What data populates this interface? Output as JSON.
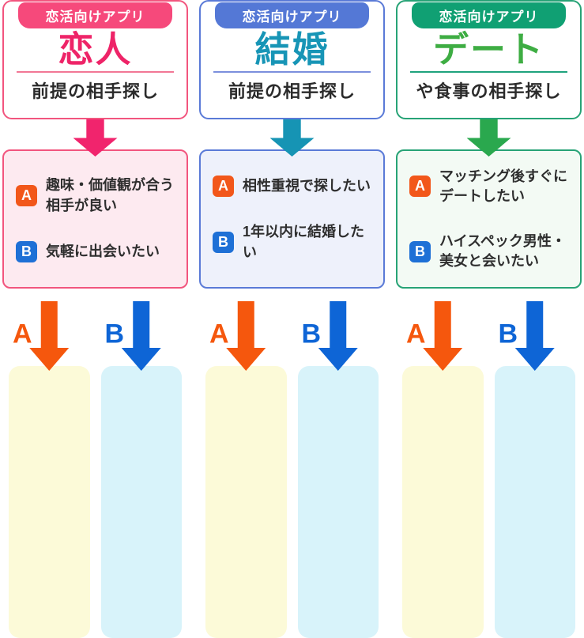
{
  "page": {
    "background": "#ffffff",
    "text_color": "#2e2e2e"
  },
  "columns": [
    {
      "badge": "恋活向けアプリ",
      "title": "恋人",
      "subtitle": "前提の相手探し",
      "colors": {
        "accent": "#f6497b",
        "border": "#f2557e",
        "title": "#ee2468",
        "line": "#f27795",
        "arrow": "#f1246d",
        "box_bg": "#fdeaf0"
      },
      "options": [
        {
          "key": "A",
          "text": "趣味・価値観が合う相手が良い"
        },
        {
          "key": "B",
          "text": "気軽に出会いたい"
        }
      ]
    },
    {
      "badge": "恋活向けアプリ",
      "title": "結婚",
      "subtitle": "前提の相手探し",
      "colors": {
        "accent": "#5478d6",
        "border": "#5a7ad7",
        "title": "#1795b6",
        "line": "#7b8fdd",
        "arrow": "#1694b4",
        "box_bg": "#eef1fb"
      },
      "options": [
        {
          "key": "A",
          "text": "相性重視で探したい"
        },
        {
          "key": "B",
          "text": "1年以内に結婚したい"
        }
      ]
    },
    {
      "badge": "恋活向けアプリ",
      "title": "デート",
      "subtitle": "や食事の相手探し",
      "colors": {
        "accent": "#10a073",
        "border": "#27a376",
        "title": "#3ead43",
        "line": "#1fa37d",
        "arrow": "#2aa84e",
        "box_bg": "#f3faf4"
      },
      "options": [
        {
          "key": "A",
          "text": "マッチング後すぐにデートしたい"
        },
        {
          "key": "B",
          "text": "ハイスペック男性・美女と会いたい"
        }
      ]
    }
  ],
  "option_badges": {
    "a_bg": "#f2571a",
    "b_bg": "#1e70d6",
    "text_color": "#ffffff"
  },
  "results": {
    "a_label": "A",
    "b_label": "B",
    "a_color": "#f5570d",
    "b_color": "#0e65d6",
    "a_box_bg": "#fcfad8",
    "b_box_bg": "#d8f3fa"
  }
}
